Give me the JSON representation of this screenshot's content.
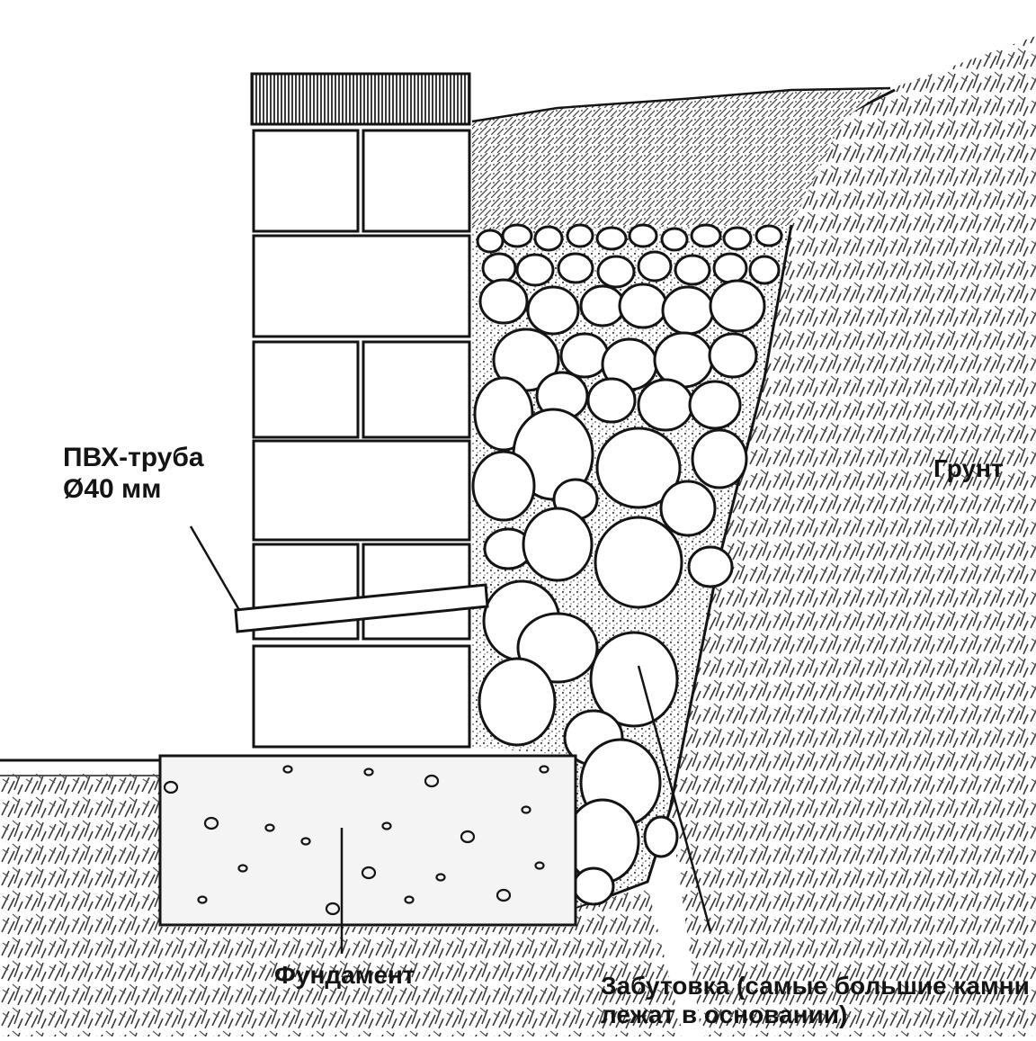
{
  "labels": {
    "pipe_line1": "ПВХ-труба",
    "pipe_line2": "Ø40 мм",
    "ground": "Грунт",
    "foundation": "Фундамент",
    "backfill_line1": "Забутовка (самые большие камни",
    "backfill_line2": "лежат в основании)"
  },
  "colors": {
    "ink": "#141414",
    "paper": "#ffffff",
    "hatch": "#3a3a3a"
  }
}
